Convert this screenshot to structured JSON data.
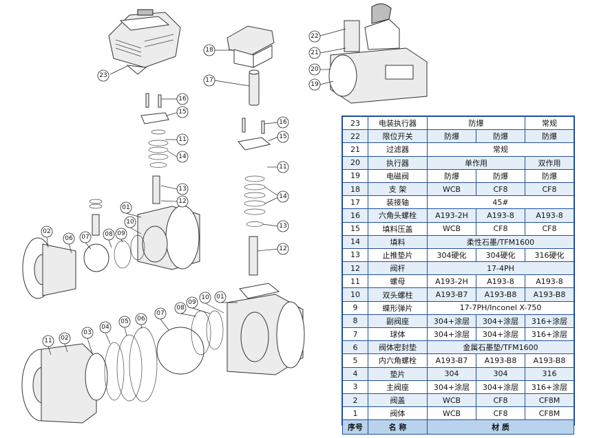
{
  "callouts": [
    "01",
    "02",
    "03",
    "04",
    "05",
    "06",
    "07",
    "08",
    "09",
    "10",
    "11",
    "12",
    "13",
    "14",
    "15",
    "16",
    "17",
    "18",
    "19",
    "20",
    "21",
    "22",
    "23"
  ],
  "bom": {
    "rows": [
      {
        "no": "23",
        "name": "电装执行器",
        "c1": "防爆",
        "c2": "",
        "c3": "常规"
      },
      {
        "no": "22",
        "name": "限位开关",
        "c1": "防爆",
        "c2": "防爆",
        "c3": "防爆"
      },
      {
        "no": "21",
        "name": "过滤器",
        "span": "常规"
      },
      {
        "no": "20",
        "name": "执行器",
        "c1": "单作用",
        "c2": "",
        "c3": "双作用"
      },
      {
        "no": "19",
        "name": "电磁阀",
        "c1": "防爆",
        "c2": "防爆",
        "c3": "防爆"
      },
      {
        "no": "18",
        "name": "支  架",
        "c1": "WCB",
        "c2": "CF8",
        "c3": "CF8"
      },
      {
        "no": "17",
        "name": "装接轴",
        "span": "45#"
      },
      {
        "no": "16",
        "name": "六角头螺栓",
        "c1": "A193-2H",
        "c2": "A193-8",
        "c3": "A193-8"
      },
      {
        "no": "15",
        "name": "填料压盖",
        "c1": "WCB",
        "c2": "CF8",
        "c3": "CF8"
      },
      {
        "no": "14",
        "name": "填料",
        "span": "柔性石墨/TFM1600"
      },
      {
        "no": "13",
        "name": "止推垫片",
        "c1": "304硬化",
        "c2": "304硬化",
        "c3": "316硬化"
      },
      {
        "no": "12",
        "name": "阀杆",
        "span": "17-4PH"
      },
      {
        "no": "11",
        "name": "螺母",
        "c1": "A193-2H",
        "c2": "A193-8",
        "c3": "A193-8"
      },
      {
        "no": "10",
        "name": "双头螺柱",
        "c1": "A193-B7",
        "c2": "A193-B8",
        "c3": "A193-B8"
      },
      {
        "no": "9",
        "name": "蝶形弹片",
        "span": "17-7PH/Inconel X-750"
      },
      {
        "no": "8",
        "name": "副阀座",
        "c1": "304+涂层",
        "c2": "304+涂层",
        "c3": "316+涂层"
      },
      {
        "no": "7",
        "name": "球体",
        "c1": "304+涂层",
        "c2": "304+涂层",
        "c3": "316+涂层"
      },
      {
        "no": "6",
        "name": "阀体密封垫",
        "span": "金属石墨垫/TFM1600"
      },
      {
        "no": "5",
        "name": "内六角螺栓",
        "c1": "A193-B7",
        "c2": "A193-B8",
        "c3": "A193-B8"
      },
      {
        "no": "4",
        "name": "垫片",
        "c1": "304",
        "c2": "304",
        "c3": "316"
      },
      {
        "no": "3",
        "name": "主阀座",
        "c1": "304+涂层",
        "c2": "304+涂层",
        "c3": "316+涂层"
      },
      {
        "no": "2",
        "name": "阀盖",
        "c1": "WCB",
        "c2": "CF8",
        "c3": "CF8M"
      },
      {
        "no": "1",
        "name": "阀体",
        "c1": "WCB",
        "c2": "CF8",
        "c3": "CF8M"
      }
    ],
    "header": {
      "no": "序号",
      "name": "名 称",
      "material": "材          质"
    }
  }
}
